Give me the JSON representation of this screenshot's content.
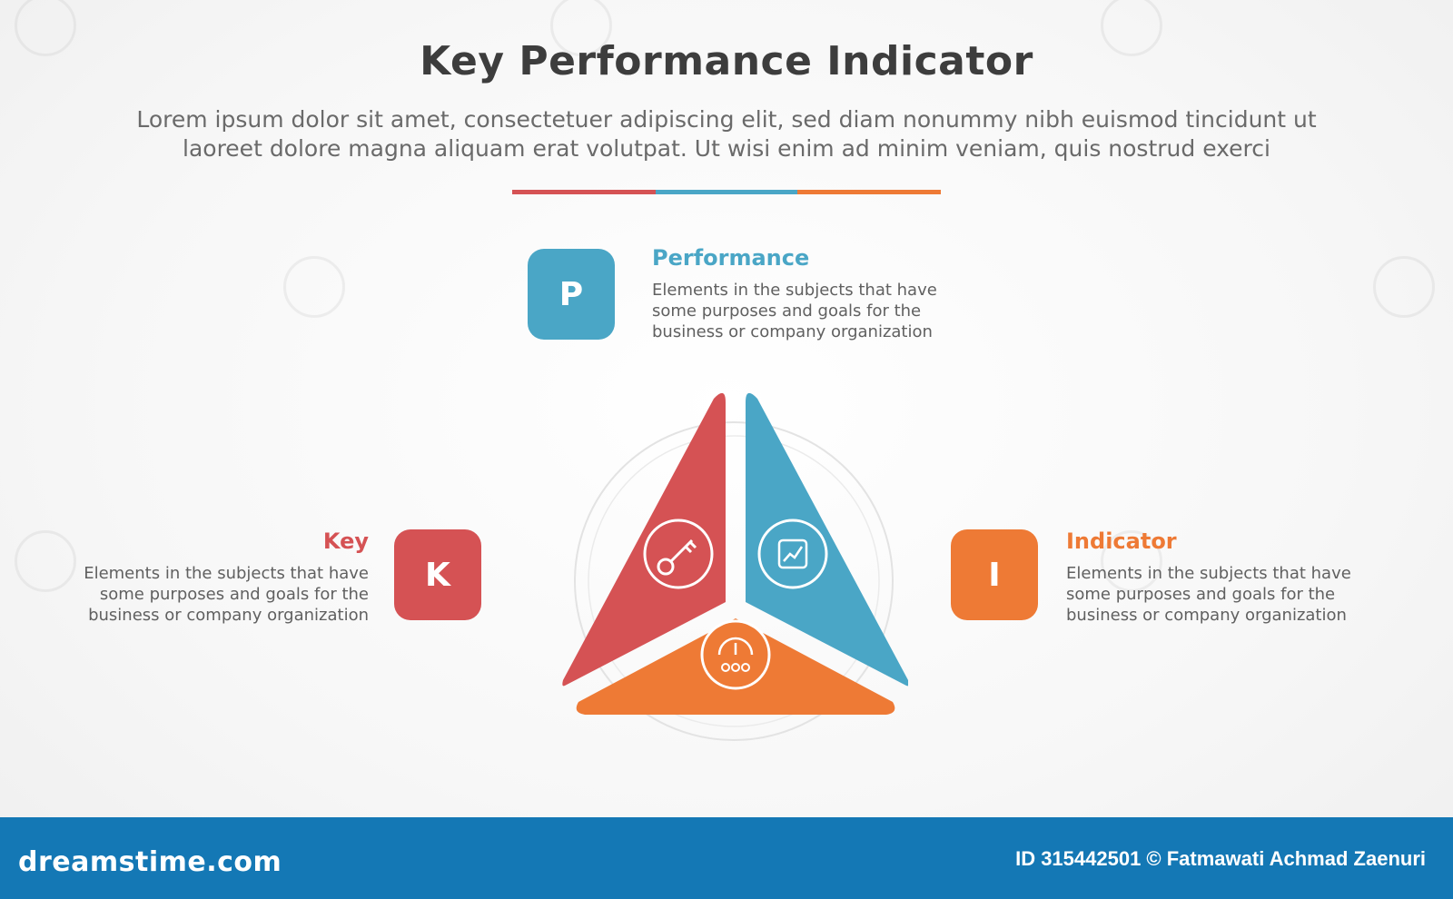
{
  "title": "Key Performance Indicator",
  "subtitle_line1": "Lorem ipsum dolor sit amet, consectetuer adipiscing elit, sed diam nonummy nibh euismod tincidunt ut",
  "subtitle_line2": "laoreet dolore magna aliquam erat volutpat. Ut wisi enim ad minim veniam, quis nostrud exerci",
  "colors": {
    "red": "#d55254",
    "blue": "#4aa6c6",
    "orange": "#ee7a35",
    "footer": "#1478b5"
  },
  "items": [
    {
      "letter": "P",
      "heading": "Performance",
      "desc_line1": "Elements in the subjects that have",
      "desc_line2": "some purposes and goals for the",
      "desc_line3": "business or company organization",
      "icon": "chart-trend-icon"
    },
    {
      "letter": "K",
      "heading": "Key",
      "desc_line1": "Elements in the subjects that have",
      "desc_line2": "some purposes and goals for the",
      "desc_line3": "business or company organization",
      "icon": "key-icon"
    },
    {
      "letter": "I",
      "heading": "Indicator",
      "desc_line1": "Elements in the subjects that have",
      "desc_line2": "some purposes and goals for the",
      "desc_line3": "business or company organization",
      "icon": "gauge-icon"
    }
  ],
  "footer": {
    "logo": "dreamstime.com",
    "credit": "ID 315442501 © Fatmawati  Achmad Zaenuri"
  }
}
